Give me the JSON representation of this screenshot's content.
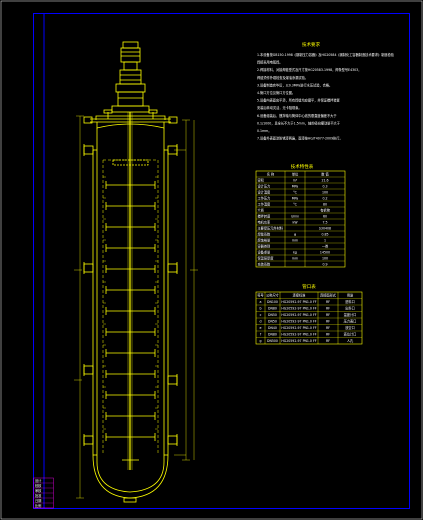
{
  "colors": {
    "background": "#000000",
    "frame": "#0000ff",
    "vessel": "#ffff00",
    "table_line": "#ffff00",
    "text": "#ffffff",
    "title_block": "#ffffff"
  },
  "technical_requirements": {
    "title": "技术要求",
    "lines": [
      "1.本设备按GB150-1998《钢制压力容器》及HG20584《钢制化工容器制造技术要求》制造检验",
      "焊接采用电弧焊。",
      "2.焊接材料，对接焊缝型式及尺寸按HG20583-1998，焊条型号E4303，",
      "焊缝须作外观检查及煤油渗漏试验。",
      "3.设备制造完毕后，以0.3MPa进行水压试验，合格。",
      "4.管口方位见管口方位图。",
      "5.设备内表面应平滑，所有焊缝均应磨平，并保证搅拌装置",
      "安装后转动灵活，无卡阻现象。",
      "6.设备组装后，搅拌轴与筒体中心线的垂直度偏差不大于",
      "0.1/1000，且全长不大于1.5mm，轴的径向摆动量不大于",
      "0.1mm。",
      "7.设备外表面涂防锈漆两遍，面漆按HG/T4077-2009执行。"
    ]
  },
  "tech_table": {
    "title": "技术特性表",
    "headers": [
      "名 称",
      "单位",
      "数 值"
    ],
    "rows": [
      [
        "容积",
        "m³",
        "21.6"
      ],
      [
        "设计压力",
        "MPa",
        "0.3"
      ],
      [
        "设计温度",
        "°C",
        "100"
      ],
      [
        "工作压力",
        "MPa",
        "0.2"
      ],
      [
        "工作温度",
        "°C",
        "80"
      ],
      [
        "介质",
        "",
        "有机物"
      ],
      [
        "搅拌转速",
        "r/min",
        "60"
      ],
      [
        "电机功率",
        "kW",
        "7.5"
      ],
      [
        "主要受压元件材料",
        "",
        "S30408"
      ],
      [
        "焊缝系数",
        "φ",
        "0.85"
      ],
      [
        "腐蚀裕量",
        "mm",
        "1"
      ],
      [
        "容器类别",
        "",
        "一类"
      ],
      [
        "设备重量",
        "kg",
        "14500"
      ],
      [
        "保温层厚度",
        "mm",
        "100"
      ],
      [
        "充装系数",
        "",
        "0.9"
      ]
    ]
  },
  "nozzle_table": {
    "title": "管口表",
    "headers": [
      "符号",
      "公称尺寸",
      "连接标准",
      "连接面形式",
      "用途"
    ],
    "rows": [
      [
        "a",
        "DN100",
        "HG20592-97 PN1.0 FF",
        "RF",
        "进料口"
      ],
      [
        "b",
        "DN80",
        "HG20592-97 PN1.0 FF",
        "RF",
        "出料口"
      ],
      [
        "c",
        "DN50",
        "HG20592-97 PN1.0 FF",
        "RF",
        "温度计口"
      ],
      [
        "d",
        "DN50",
        "HG20592-97 PN1.0 FF",
        "RF",
        "压力表口"
      ],
      [
        "e",
        "DN40",
        "HG20592-97 PN1.0 FF",
        "RF",
        "放空口"
      ],
      [
        "f",
        "DN80",
        "HG20592-97 PN1.0 FF",
        "RF",
        "液位计口"
      ],
      [
        "g",
        "DN500",
        "HG20592-97 PN1.0 FF",
        "RF",
        "人孔"
      ]
    ]
  },
  "title_block": {
    "rows": [
      "设计",
      "校核",
      "审核",
      "批准",
      "日期",
      "比例"
    ]
  }
}
